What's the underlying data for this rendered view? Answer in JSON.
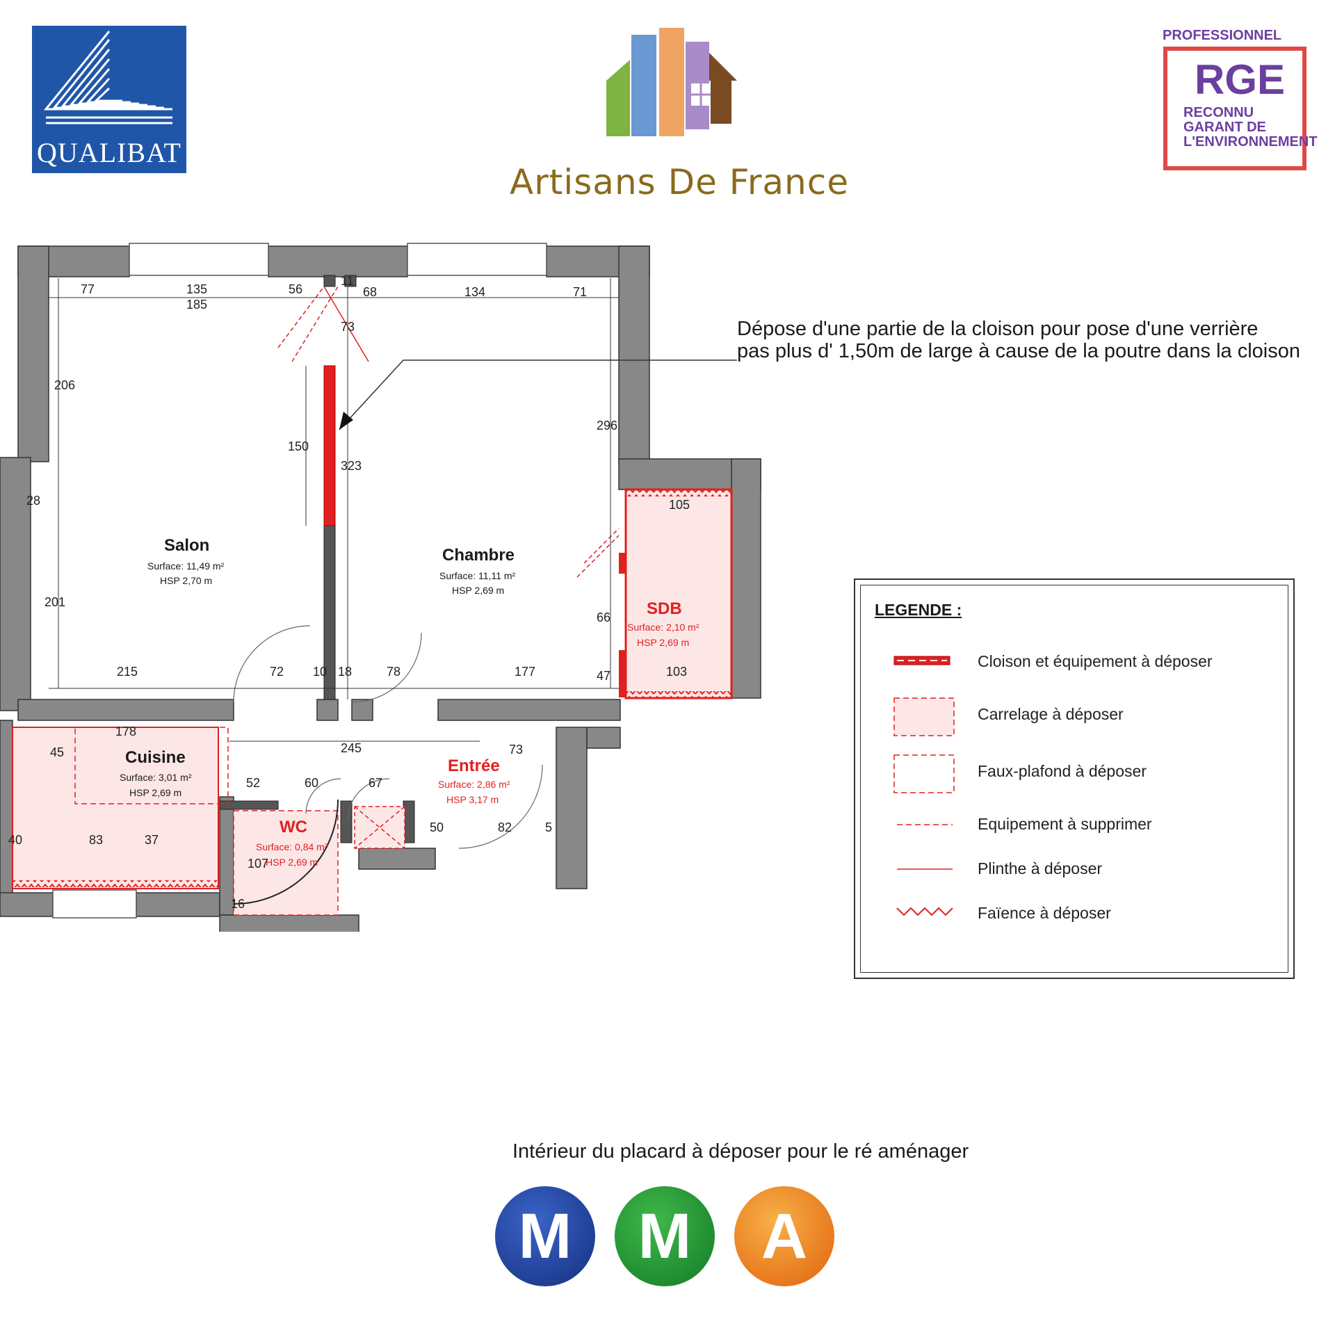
{
  "logos": {
    "qualibat": "QUALIBAT",
    "artisans": "Artisans De France",
    "rge_top": "PROFESSIONNEL",
    "rge_main": "RGE",
    "rge_line1": "RECONNU",
    "rge_line2": "GARANT DE",
    "rge_line3": "L'ENVIRONNEMENT",
    "mma": [
      "M",
      "M",
      "A"
    ]
  },
  "annotations": {
    "verriere_line1": "Dépose d'une partie de la cloison pour pose d'une verrière",
    "verriere_line2": "pas plus d' 1,50m de large à cause de la poutre dans la cloison",
    "placard": "Intérieur du placard à déposer pour le ré aménager"
  },
  "legend": {
    "title": "LEGENDE :",
    "items": [
      "Cloison et équipement à déposer",
      "Carrelage à déposer",
      "Faux-plafond à déposer",
      "Equipement à supprimer",
      "Plinthe à déposer",
      "Faïence à déposer"
    ]
  },
  "colors": {
    "wall": "#888888",
    "demolish_red": "#e02020",
    "tile_fill": "#fde6e6",
    "qualibat_blue": "#1f56a8",
    "rge_purple": "#6b3fa0"
  },
  "rooms": {
    "salon": {
      "name": "Salon",
      "surface": "Surface: 11,49 m²",
      "hsp": "HSP 2,70 m"
    },
    "chambre": {
      "name": "Chambre",
      "surface": "Surface: 11,11 m²",
      "hsp": "HSP 2,69 m"
    },
    "sdb": {
      "name": "SDB",
      "surface": "Surface: 2,10 m²",
      "hsp": "HSP 2,69 m"
    },
    "cuisine": {
      "name": "Cuisine",
      "surface": "Surface: 3,01 m²",
      "hsp": "HSP 2,69 m"
    },
    "entree": {
      "name": "Entrée",
      "surface": "Surface: 2,86 m²",
      "hsp": "HSP 3,17 m"
    },
    "wc": {
      "name": "WC",
      "surface": "Surface: 0,84 m²",
      "hsp": "HSP 2,69 m"
    }
  },
  "dimensions": [
    "77",
    "135",
    "185",
    "56",
    "11",
    "68",
    "134",
    "71",
    "73",
    "206",
    "150",
    "323",
    "296",
    "28",
    "201",
    "105",
    "66",
    "215",
    "72",
    "10",
    "18",
    "78",
    "177",
    "47",
    "103",
    "178",
    "45",
    "245",
    "73",
    "52",
    "60",
    "67",
    "50",
    "82",
    "5",
    "40",
    "83",
    "37",
    "107",
    "16"
  ]
}
